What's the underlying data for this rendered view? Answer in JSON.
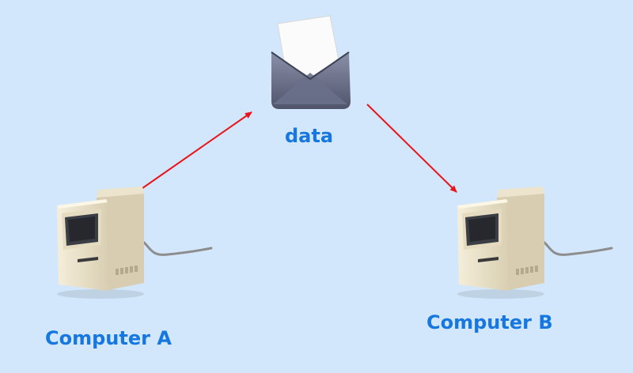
{
  "nodes": {
    "computer_a": {
      "label": "Computer A",
      "icon": "vintage-computer-icon"
    },
    "computer_b": {
      "label": "Computer B",
      "icon": "vintage-computer-icon"
    },
    "data": {
      "label": "data",
      "icon": "envelope-icon"
    }
  },
  "edges": [
    {
      "from": "Computer A",
      "to": "data"
    },
    {
      "from": "data",
      "to": "Computer B"
    }
  ],
  "colors": {
    "background": "#d2e7fb",
    "label": "#1677e0",
    "arrow": "#e8151b"
  }
}
